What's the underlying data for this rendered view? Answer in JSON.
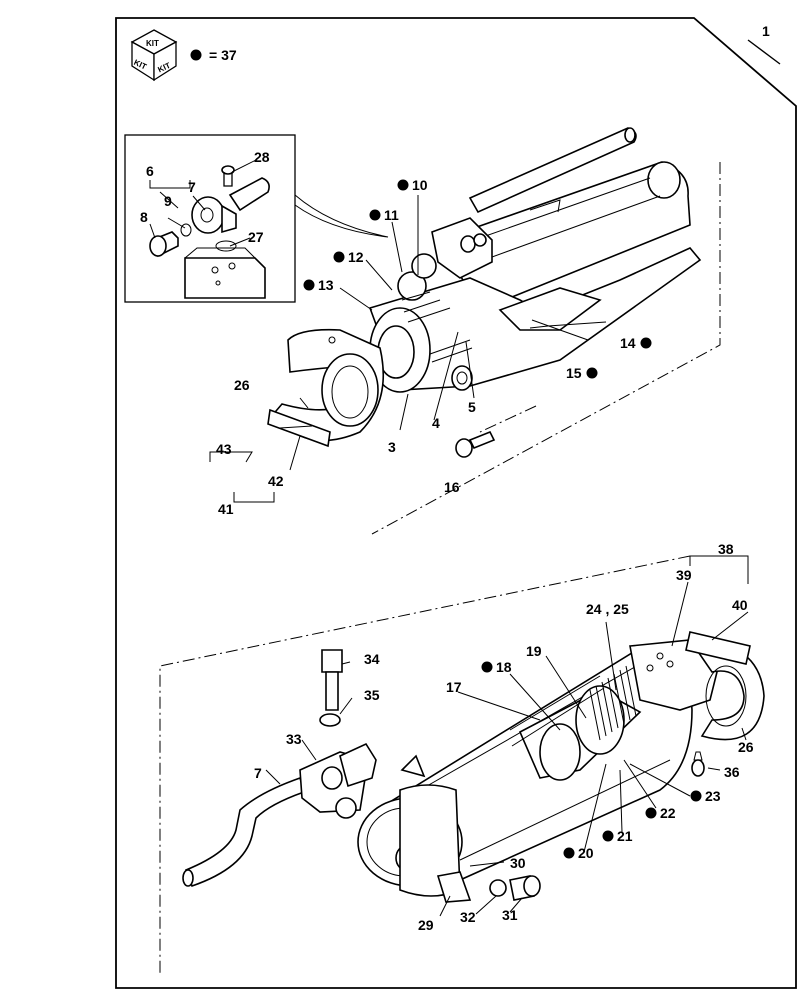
{
  "kit": {
    "icon_text": [
      "KIT",
      "KIT",
      "KIT"
    ],
    "equals": "= 37"
  },
  "labels": [
    {
      "id": "1",
      "text": "1",
      "dot": false
    },
    {
      "id": "3",
      "text": "3",
      "dot": false
    },
    {
      "id": "4",
      "text": "4",
      "dot": false
    },
    {
      "id": "5",
      "text": "5",
      "dot": false
    },
    {
      "id": "6",
      "text": "6",
      "dot": false
    },
    {
      "id": "7a",
      "text": "7",
      "dot": false
    },
    {
      "id": "8",
      "text": "8",
      "dot": false
    },
    {
      "id": "9",
      "text": "9",
      "dot": false
    },
    {
      "id": "10",
      "text": "10",
      "dot": true
    },
    {
      "id": "11",
      "text": "11",
      "dot": true
    },
    {
      "id": "12",
      "text": "12",
      "dot": true
    },
    {
      "id": "13",
      "text": "13",
      "dot": true
    },
    {
      "id": "14",
      "text": "14",
      "dot": true
    },
    {
      "id": "15",
      "text": "15",
      "dot": true
    },
    {
      "id": "16",
      "text": "16",
      "dot": false
    },
    {
      "id": "17",
      "text": "17",
      "dot": false
    },
    {
      "id": "18",
      "text": "18",
      "dot": true
    },
    {
      "id": "19",
      "text": "19",
      "dot": false
    },
    {
      "id": "20",
      "text": "20",
      "dot": true
    },
    {
      "id": "21",
      "text": "21",
      "dot": true
    },
    {
      "id": "22",
      "text": "22",
      "dot": true
    },
    {
      "id": "23",
      "text": "23",
      "dot": true
    },
    {
      "id": "24_25",
      "text": "24 , 25",
      "dot": false
    },
    {
      "id": "26a",
      "text": "26",
      "dot": false
    },
    {
      "id": "26b",
      "text": "26",
      "dot": false
    },
    {
      "id": "27",
      "text": "27",
      "dot": false
    },
    {
      "id": "28",
      "text": "28",
      "dot": false
    },
    {
      "id": "29",
      "text": "29",
      "dot": false
    },
    {
      "id": "30",
      "text": "30",
      "dot": false
    },
    {
      "id": "31",
      "text": "31",
      "dot": false
    },
    {
      "id": "32",
      "text": "32",
      "dot": false
    },
    {
      "id": "33",
      "text": "33",
      "dot": false
    },
    {
      "id": "34",
      "text": "34",
      "dot": false
    },
    {
      "id": "35",
      "text": "35",
      "dot": false
    },
    {
      "id": "36",
      "text": "36",
      "dot": false
    },
    {
      "id": "7b",
      "text": "7",
      "dot": false
    },
    {
      "id": "38",
      "text": "38",
      "dot": false
    },
    {
      "id": "39",
      "text": "39",
      "dot": false
    },
    {
      "id": "40",
      "text": "40",
      "dot": false
    },
    {
      "id": "41",
      "text": "41",
      "dot": false
    },
    {
      "id": "42",
      "text": "42",
      "dot": false
    },
    {
      "id": "43",
      "text": "43",
      "dot": false
    }
  ]
}
